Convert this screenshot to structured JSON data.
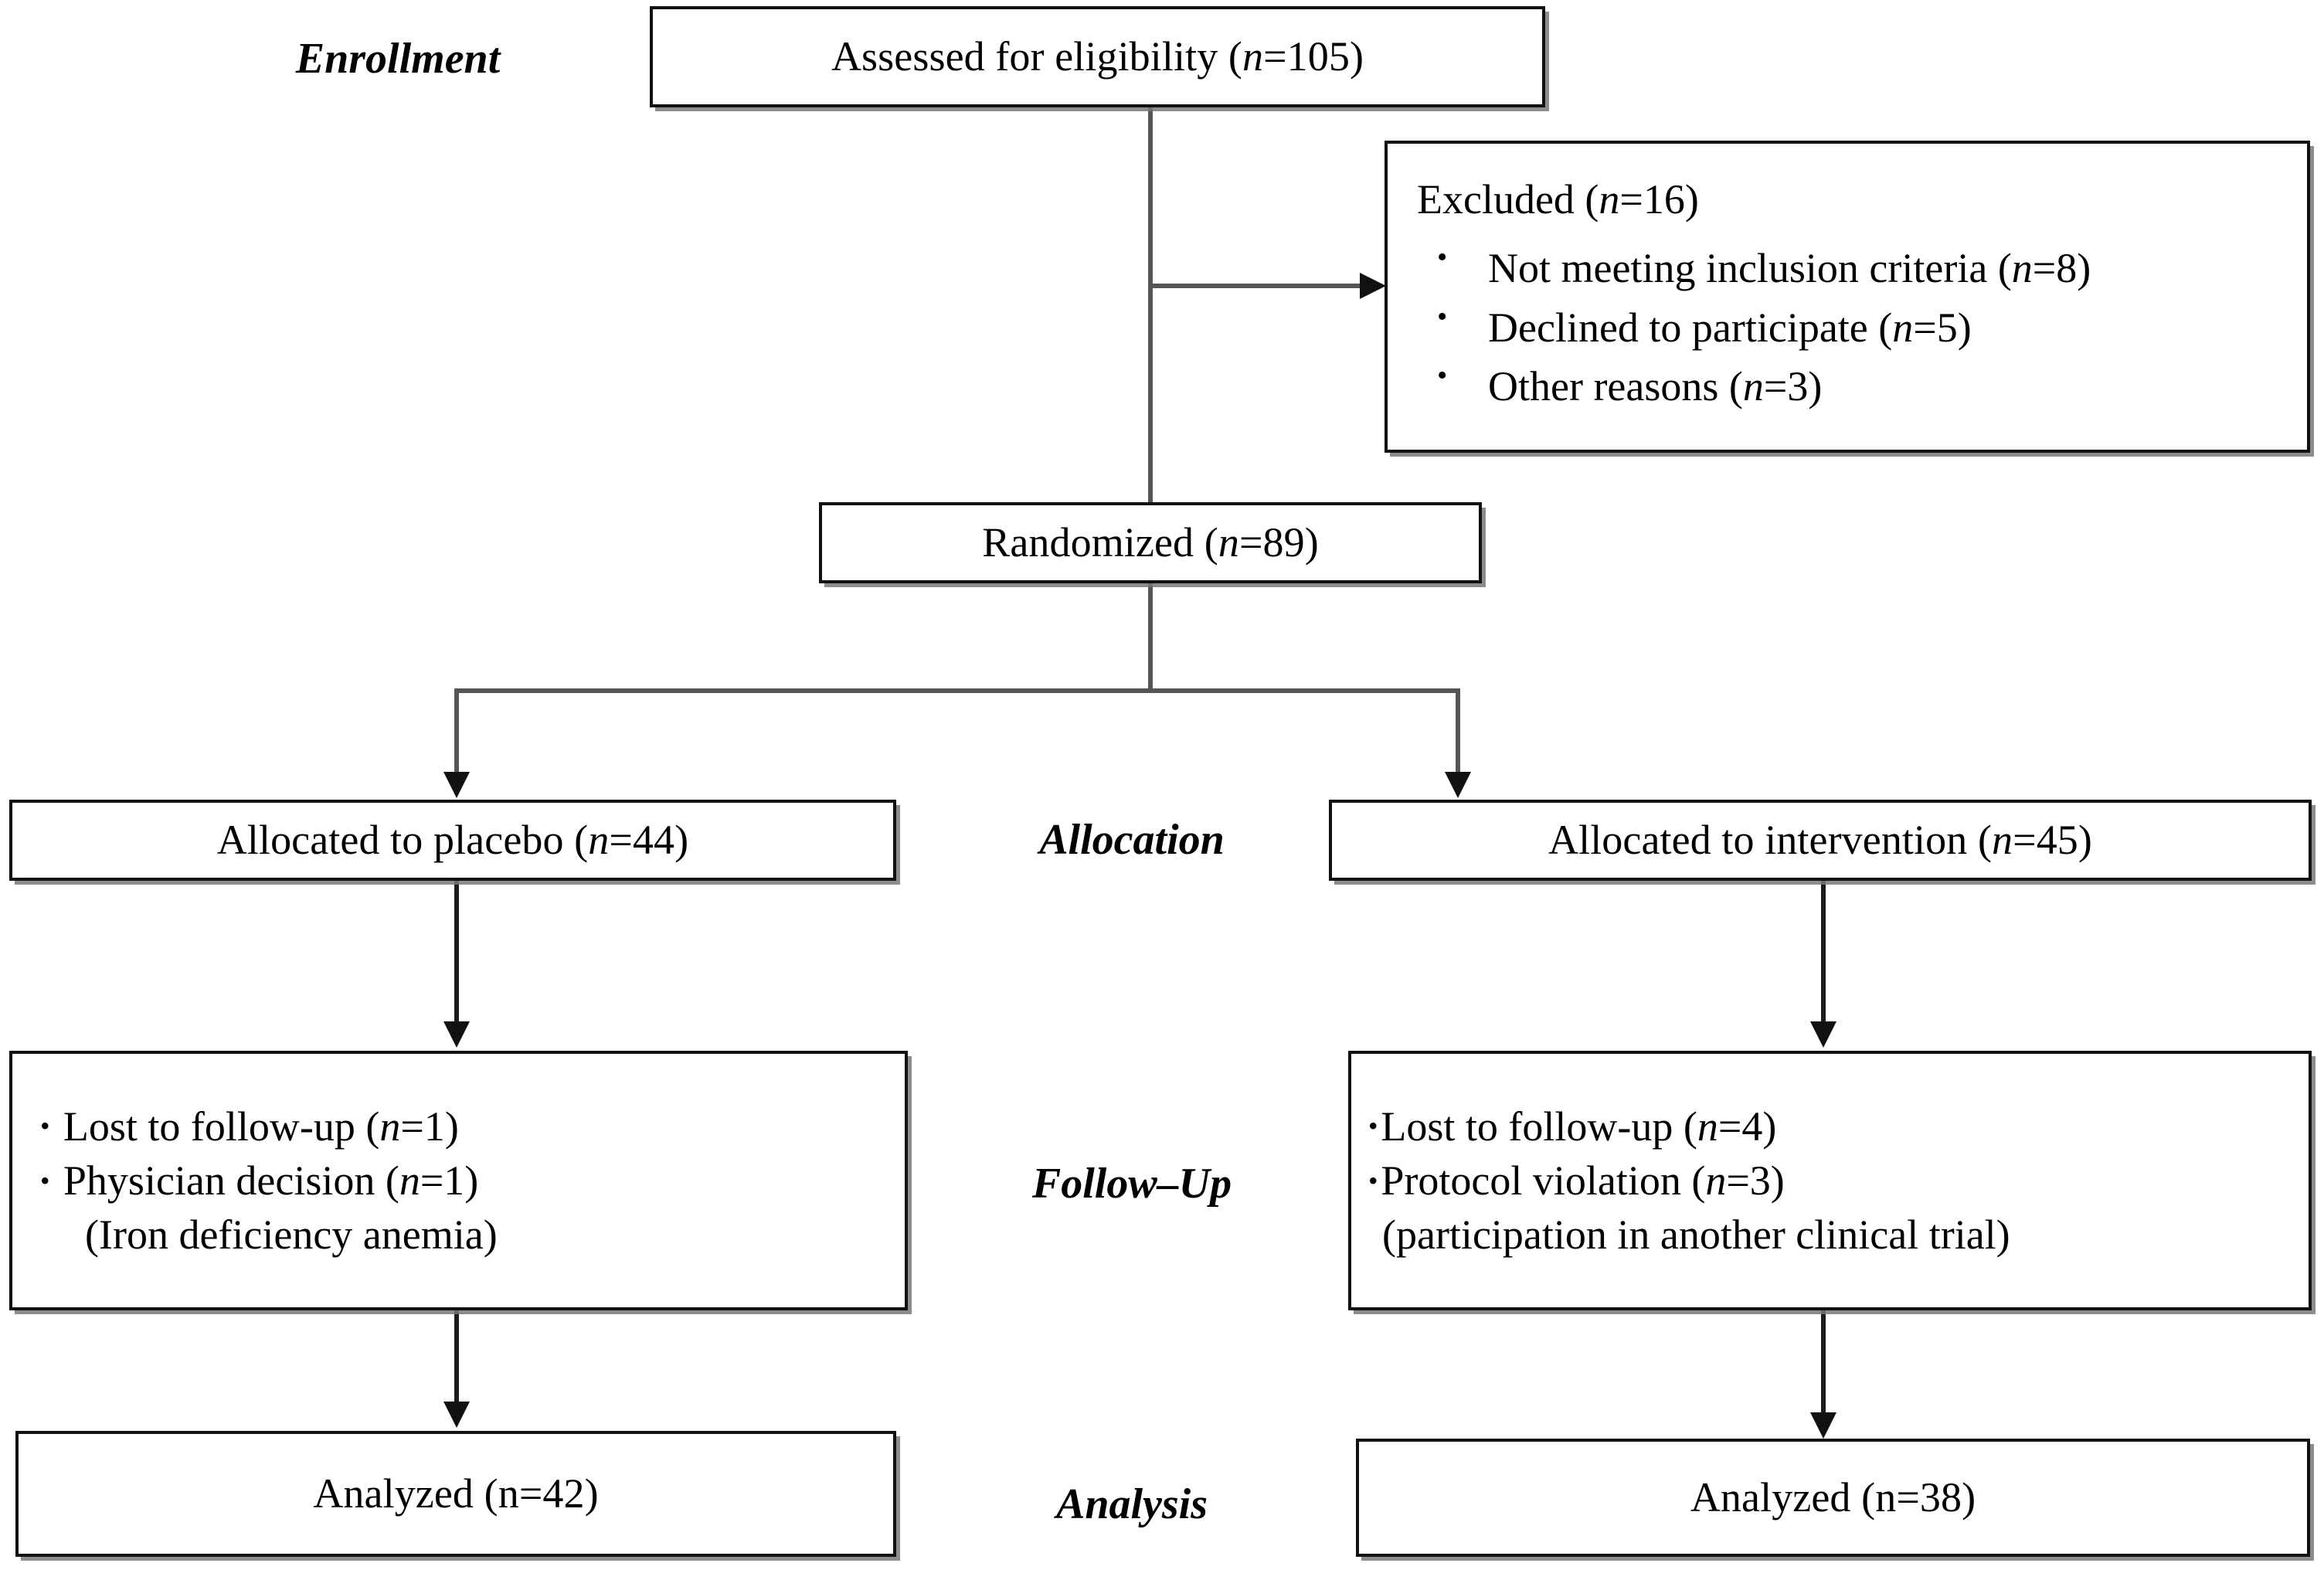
{
  "diagram": {
    "title": "CONSORT participant flow diagram",
    "phases": [
      {
        "id": "enrollment",
        "label": "Enrollment"
      },
      {
        "id": "allocation",
        "label": "Allocation"
      },
      {
        "id": "followup",
        "label": "Follow–Up"
      },
      {
        "id": "analysis",
        "label": "Analysis"
      }
    ],
    "nodes": {
      "assessed": {
        "text_prefix": "Assessed for eligibility (",
        "n_symbol": "n",
        "text_suffix": "=105)"
      },
      "excluded": {
        "heading_prefix": "Excluded (",
        "heading_n": "n",
        "heading_suffix": "=16)",
        "reasons": [
          {
            "label": "Not meeting inclusion criteria (",
            "n_symbol": "n",
            "value": "=8)"
          },
          {
            "label": "Declined to participate (",
            "n_symbol": "n",
            "value": "=5)"
          },
          {
            "label": "Other reasons (",
            "n_symbol": "n",
            "value": "=3)"
          }
        ]
      },
      "randomized": {
        "text_prefix": "Randomized (",
        "n_symbol": "n",
        "text_suffix": "=89)"
      },
      "alloc_left": {
        "text_prefix": "Allocated to placebo (",
        "n_symbol": "n",
        "text_suffix": "=44)"
      },
      "alloc_right": {
        "text_prefix": "Allocated to intervention (",
        "n_symbol": "n",
        "text_suffix": "=45)"
      },
      "follow_left": {
        "items": [
          {
            "bullet": true,
            "label": "Lost to follow-up (",
            "n_symbol": "n",
            "value": "=1)"
          },
          {
            "bullet": true,
            "label": "Physician decision (",
            "n_symbol": "n",
            "value": "=1)"
          },
          {
            "bullet": false,
            "label": "(Iron deficiency anemia)",
            "n_symbol": "",
            "value": ""
          }
        ]
      },
      "follow_right": {
        "items": [
          {
            "bullet": true,
            "label": "Lost to follow-up (",
            "n_symbol": "n",
            "value": "=4)"
          },
          {
            "bullet": true,
            "label": "Protocol violation (",
            "n_symbol": "n",
            "value": "=3)"
          },
          {
            "bullet": false,
            "label": "(participation in another clinical trial)",
            "n_symbol": "",
            "value": ""
          }
        ]
      },
      "analyzed_left": {
        "text": "Analyzed (n=42)"
      },
      "analyzed_right": {
        "text": "Analyzed (n=38)"
      }
    },
    "colors": {
      "box_border": "#111111",
      "box_shadow": "#787878",
      "connector": "#555555",
      "background": "#ffffff",
      "text": "#000000"
    }
  }
}
